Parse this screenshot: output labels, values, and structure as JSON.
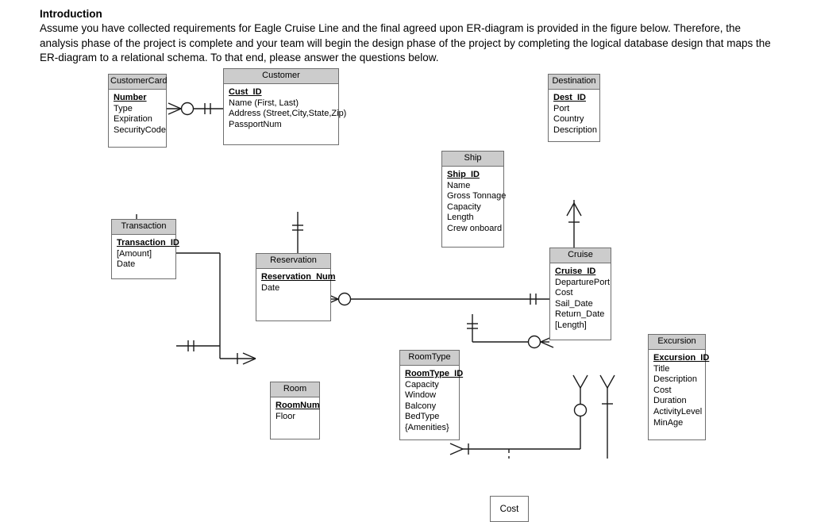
{
  "intro": {
    "heading": "Introduction",
    "body": "Assume you have collected requirements for Eagle Cruise Line and the final agreed upon ER-diagram is provided in the figure below.  Therefore, the analysis phase of the project is complete and your team will begin the design phase of the project by completing the logical database design that maps the ER-diagram to a relational schema. To that end, please answer the questions below."
  },
  "entities": {
    "customercard": {
      "name": "CustomerCard",
      "pk": "Number",
      "attrs": [
        "Type",
        "Expiration",
        "SecurityCode"
      ]
    },
    "customer": {
      "name": "Customer",
      "pk": "Cust_ID",
      "attrs": [
        "Name (First, Last)",
        "Address (Street,City,State,Zip)",
        "PassportNum"
      ]
    },
    "destination": {
      "name": "Destination",
      "pk": "Dest_ID",
      "attrs": [
        "Port",
        "Country",
        "Description"
      ]
    },
    "ship": {
      "name": "Ship",
      "pk": "Ship_ID",
      "attrs": [
        "Name",
        "Gross Tonnage",
        "Capacity",
        "Length",
        "Crew onboard"
      ]
    },
    "transaction": {
      "name": "Transaction",
      "pk": "Transaction_ID",
      "attrs": [
        "[Amount]",
        "Date"
      ]
    },
    "reservation": {
      "name": "Reservation",
      "pk": "Reservation_Num",
      "attrs": [
        "Date"
      ]
    },
    "cruise": {
      "name": "Cruise",
      "pk": "Cruise_ID",
      "attrs": [
        "DeparturePort",
        "Cost",
        "Sail_Date",
        "Return_Date",
        "[Length]"
      ]
    },
    "excursion": {
      "name": "Excursion",
      "pk": "Excursion_ID",
      "attrs": [
        "Title",
        "Description",
        "Cost",
        "Duration",
        "ActivityLevel",
        "MinAge"
      ]
    },
    "room": {
      "name": "Room",
      "pk": "RoomNum",
      "attrs": [
        "Floor"
      ]
    },
    "roomtype": {
      "name": "RoomType",
      "pk": "RoomType_ID",
      "attrs": [
        "Capacity",
        "Window",
        "Balcony",
        "BedType",
        "{Amenities}"
      ]
    },
    "cost": {
      "label": "Cost"
    }
  },
  "colors": {
    "header_fill": "#cccccc",
    "box_border": "#6f6f6f",
    "line": "#1a1a1a",
    "background": "#ffffff"
  }
}
